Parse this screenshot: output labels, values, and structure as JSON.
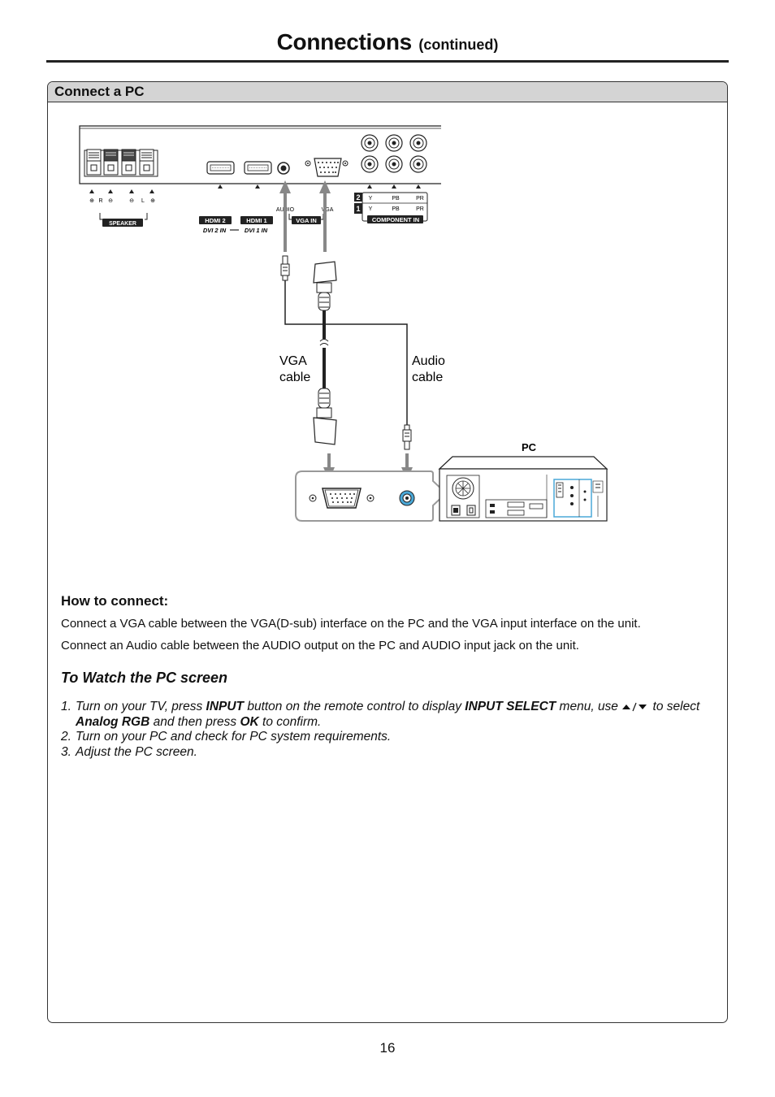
{
  "header": {
    "title": "Connections",
    "subtitle": "(continued)"
  },
  "section": {
    "title": "Connect a PC"
  },
  "diagram": {
    "tv_panel": {
      "speaker_label": "SPEAKER",
      "speaker_marks": [
        "⊕",
        "R",
        "⊖",
        "⊖",
        "L",
        "⊕"
      ],
      "hdmi2_label": "HDMI 2",
      "hdmi1_label": "HDMI 1",
      "dvi2_label": "DVI 2 IN",
      "dvi1_label": "DVI 1 IN",
      "audio_label": "AUDIO",
      "vga_label": "VGA",
      "vga_in_label": "VGA IN",
      "component_label": "COMPONENT IN",
      "component_row_2": "2",
      "component_row_1": "1",
      "y_label": "Y",
      "pb_label": "PB",
      "pr_label": "PR"
    },
    "vga_cable_line1": "VGA",
    "vga_cable_line2": "cable",
    "audio_cable_line1": "Audio",
    "audio_cable_line2": "cable",
    "pc_label": "PC"
  },
  "how_to": {
    "heading": "How to connect:",
    "line1": "Connect a VGA cable between the VGA(D-sub) interface on the PC and the VGA input interface on the unit.",
    "line2": "Connect an Audio cable between  the AUDIO output on the PC and AUDIO input jack on the unit."
  },
  "watch": {
    "heading": "To Watch the PC screen",
    "step1": {
      "num": "1.",
      "t1": "Turn on your TV, press ",
      "b1": "INPUT",
      "t2": " button on the remote control to display ",
      "b2": "INPUT SELECT",
      "t3": " menu, use ",
      "t4": " to select ",
      "b3": "Analog RGB",
      "t5": " and then press ",
      "b4": "OK",
      "t6": " to confirm."
    },
    "step2": {
      "num": "2.",
      "text": "Turn on your PC and check for PC system requirements."
    },
    "step3": {
      "num": "3.",
      "text": "Adjust the PC screen."
    }
  },
  "page_number": "16"
}
